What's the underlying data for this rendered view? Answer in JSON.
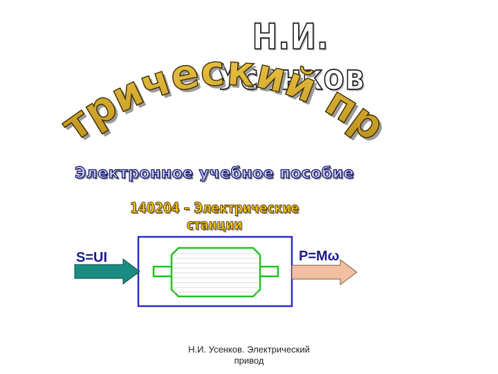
{
  "slide": {
    "author_heading": "Н.И. Усенков",
    "title_arch": "Электрический привод",
    "subtitle": "Электронное учебное пособие",
    "specialty": "140204 – Электрические станции",
    "input_label": "S=UI",
    "output_label": "P=Mω",
    "footer_line1": "Н.И. Усенков. Электрический",
    "footer_line2": "привод"
  },
  "colors": {
    "title_gold": "#e8c244",
    "subtitle_fill": "#c4c7ff",
    "specialty_fill": "#ffd21a",
    "frame_blue": "#2a2ad0",
    "machine_green": "#1ec21e",
    "input_arrow": "#1a8c84",
    "output_arrow": "#f2c0a0"
  }
}
